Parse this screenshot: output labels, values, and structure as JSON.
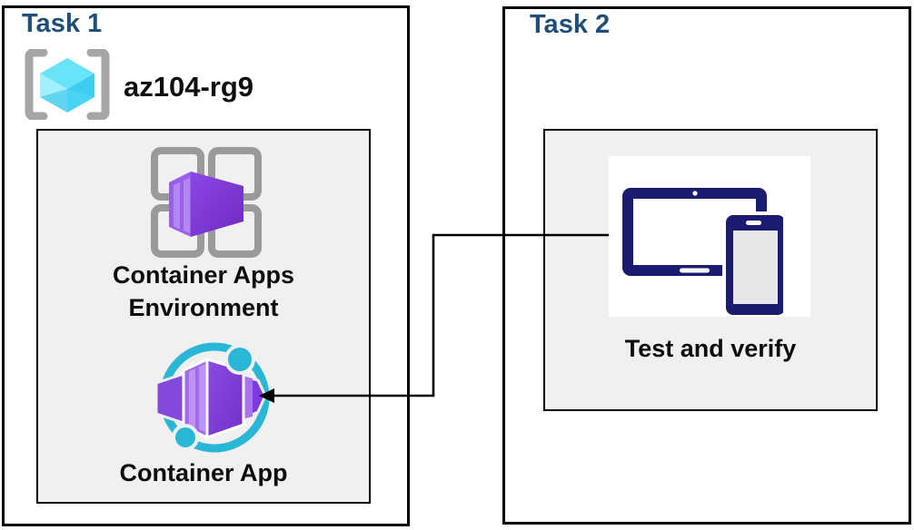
{
  "task1": {
    "title": "Task 1",
    "resource_group": {
      "name": "az104-rg9",
      "icon": "resource-group-icon"
    },
    "environment": {
      "label_line1": "Container Apps",
      "label_line2": "Environment",
      "icon": "container-apps-environment-icon"
    },
    "container_app": {
      "label": "Container App",
      "icon": "container-app-icon"
    }
  },
  "task2": {
    "title": "Task 2",
    "test_step": {
      "label": "Test and verify",
      "icon": "devices-icon"
    }
  },
  "connector": {
    "from": "test-and-verify",
    "to": "container-app",
    "shape": "elbow",
    "arrowhead": "left"
  },
  "colors": {
    "title_navy": "#1f4e79",
    "text_black": "#0d0d0d",
    "box_border": "#000000",
    "panel_bg": "#f0f0f0",
    "white": "#ffffff",
    "bracket_gray": "#a6a6a6",
    "grid_gray": "#9a9a9a",
    "device_navy": "#1b1b70",
    "device_screen_gray": "#e7e7e7",
    "teal": "#2ab7d6",
    "cube_cyan_light": "#a2efff",
    "cube_cyan_mid": "#56dcf7",
    "cube_cyan_dark": "#2bbfe3",
    "purple_light": "#a973f0",
    "purple_mid": "#8a4be4",
    "purple_dark": "#6d2bbf",
    "connector_black": "#000000"
  }
}
